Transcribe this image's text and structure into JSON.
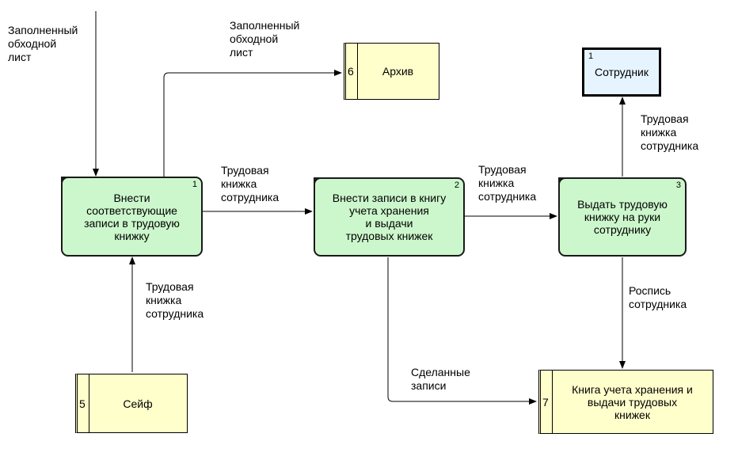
{
  "processes": [
    {
      "id": "1",
      "text": "Внести\nсоответствующие\nзаписи в трудовую\nкнижку"
    },
    {
      "id": "2",
      "text": "Внести записи в книгу\nучета хранения\nи выдачи\nтрудовых книжек"
    },
    {
      "id": "3",
      "text": "Выдать трудовую\nкнижку на руки\nсотруднику"
    }
  ],
  "stores": [
    {
      "id": "6",
      "text": "Архив"
    },
    {
      "id": "5",
      "text": "Сейф"
    },
    {
      "id": "7",
      "text": "Книга учета хранения и\nвыдачи трудовых\nкнижек"
    }
  ],
  "external": {
    "id": "1",
    "text": "Сотрудник"
  },
  "flows": {
    "incoming": "Заполненный\nобходной\nлист",
    "to_archive": "Заполненный\nобходной\nлист",
    "p1_to_p2": "Трудовая\nкнижка\nсотрудника",
    "p2_to_p3": "Трудовая\nкнижка\nсотрудника",
    "p3_to_employee": "Трудовая\nкнижка\nсотрудника",
    "safe_to_p1": "Трудовая\nкнижка\nсотрудника",
    "p2_to_book": "Сделанные\nзаписи",
    "p3_to_book": "Роспись\nсотрудника"
  },
  "colors": {
    "process_fill": "#ccf7cc",
    "store_fill": "#ffffcc",
    "external_fill": "#e6f4ff"
  }
}
